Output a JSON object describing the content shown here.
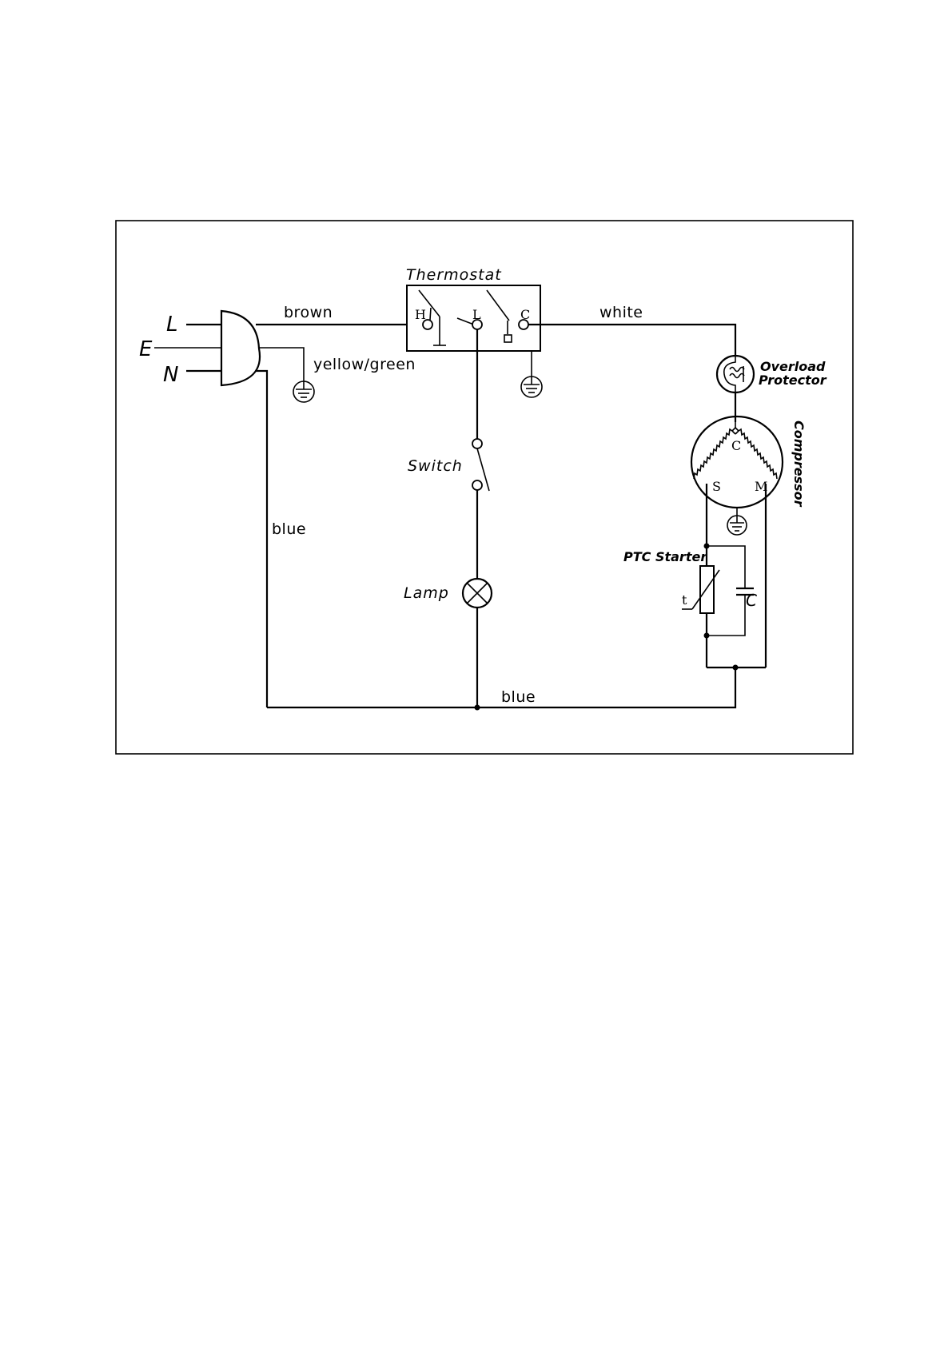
{
  "supply": {
    "line": "L",
    "earth": "E",
    "neutral": "N"
  },
  "wires": {
    "brown": "brown",
    "yellow_green": "yellow/green",
    "white": "white",
    "blue_left": "blue",
    "blue_bottom": "blue"
  },
  "thermostat": {
    "label": "Thermostat",
    "terminal_h": "H",
    "terminal_l": "L",
    "terminal_c": "C"
  },
  "switch": {
    "label": "Switch"
  },
  "lamp": {
    "label": "Lamp"
  },
  "overload": {
    "line1": "Overload",
    "line2": "Protector"
  },
  "compressor": {
    "label": "Compressor",
    "terminal_c": "C",
    "terminal_s": "S",
    "terminal_m": "M"
  },
  "ptc": {
    "label": "PTC Starter",
    "resistor_mark": "t",
    "capacitor_mark": "C"
  }
}
